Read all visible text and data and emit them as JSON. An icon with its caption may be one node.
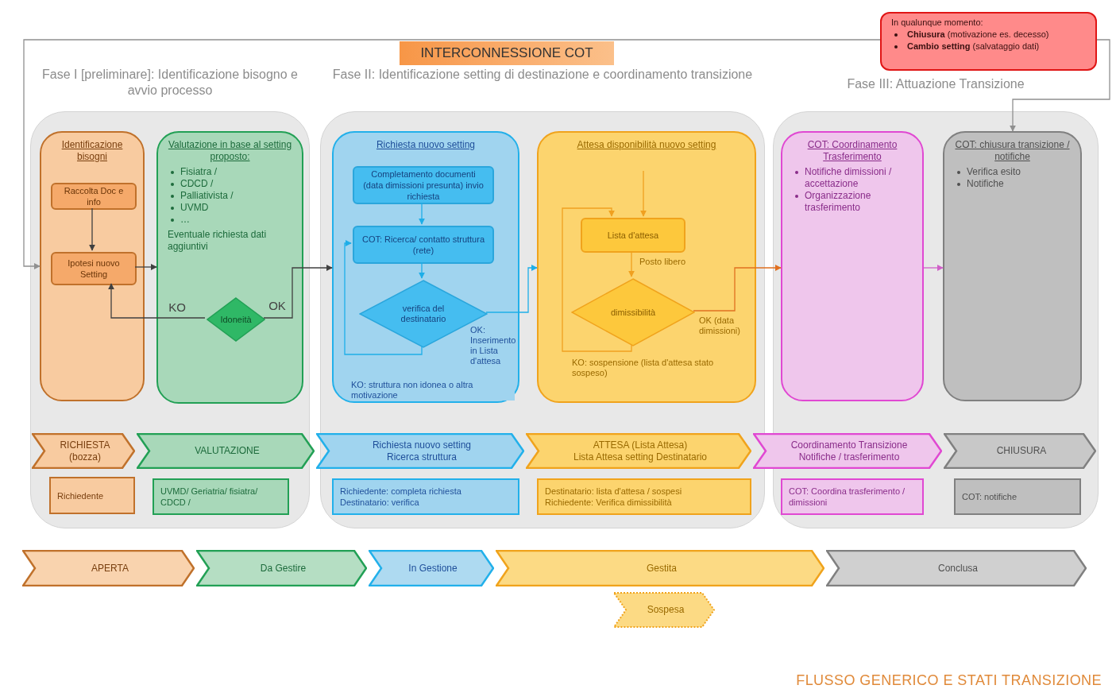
{
  "diagram": {
    "caption": "FLUSSO GENERICO E STATI TRANSIZIONE",
    "nodes": [
      {
        "text": [
          "INTERCONNESSIONE COT"
        ]
      },
      {
        "text": [
          "In qualunque momento:",
          "**Chiusura** (motivazione es. decesso)",
          "**Cambio setting** (salvataggio dati)"
        ]
      },
      {
        "text": [
          "Fase I [preliminare]: Identificazione bisogno e avvio processo"
        ]
      },
      {
        "text": [
          "Identificazione bisogni"
        ],
        "in": 2
      },
      {
        "text": [
          "Raccolta Doc e info"
        ],
        "in": 3
      },
      {
        "text": [
          "Ipotesi nuovo Setting"
        ],
        "in": 3
      },
      {
        "text": [
          "Valutazione in base al setting proposto:",
          "Fisiatra /",
          "CDCD /",
          "Palliativista /",
          "UVMD",
          "…",
          "Eventuale richiesta dati aggiuntivi"
        ],
        "in": 2
      },
      {
        "text": [
          "Idoneità"
        ],
        "in": 6
      },
      {
        "text": [
          "Richiedente"
        ],
        "in": 2
      },
      {
        "text": [
          "UVMD/ Geriatria/ fisiatra/ CDCD /"
        ],
        "in": 2
      },
      {
        "text": [
          "Fase II: Identificazione setting di destinazione e coordinamento transizione"
        ]
      },
      {
        "text": [
          "Richiesta nuovo setting"
        ],
        "in": 10
      },
      {
        "text": [
          "Completamento documenti (data dimissioni presunta) invio richiesta"
        ],
        "in": 11
      },
      {
        "text": [
          "COT: Ricerca/ contatto struttura (rete)"
        ],
        "in": 11
      },
      {
        "text": [
          "verifica del destinatario"
        ],
        "in": 11
      },
      {
        "text": [
          "Attesa disponibilità nuovo setting"
        ],
        "in": 10
      },
      {
        "text": [
          "Lista d'attesa"
        ],
        "in": 15
      },
      {
        "text": [
          "dimissibilità"
        ],
        "in": 15
      },
      {
        "text": [
          "Richiedente: completa richiesta",
          "Destinatario: verifica"
        ],
        "in": 10
      },
      {
        "text": [
          "Destinatario: lista d'attesa / sospesi",
          "Richiedente: Verifica dimissibilità"
        ],
        "in": 10
      },
      {
        "text": [
          "Fase III: Attuazione Transizione"
        ]
      },
      {
        "text": [
          "COT: Coordinamento Trasferimento",
          "Notifiche dimissioni / accettazione",
          "Organizzazione trasferimento"
        ],
        "in": 20
      },
      {
        "text": [
          "COT: chiusura transizione / notifiche",
          "Verifica esito",
          "Notifiche"
        ],
        "in": 20
      },
      {
        "text": [
          "COT: Coordina trasferimento / dimissioni"
        ],
        "in": 20
      },
      {
        "text": [
          "COT: notifiche"
        ],
        "in": 20
      },
      {
        "text": [
          "RICHIESTA (bozza)"
        ],
        "in": 2
      },
      {
        "text": [
          "VALUTAZIONE"
        ],
        "in": 2
      },
      {
        "text": [
          "Richiesta nuovo setting",
          "Ricerca struttura"
        ],
        "in": 10
      },
      {
        "text": [
          "ATTESA (Lista Attesa)",
          "Lista Attesa setting Destinatario"
        ],
        "in": 10
      },
      {
        "text": [
          "Coordinamento Transizione",
          "Notifiche / trasferimento"
        ]
      },
      {
        "text": [
          "CHIUSURA"
        ],
        "in": 20
      },
      {
        "text": [
          "APERTA"
        ]
      },
      {
        "text": [
          "Da Gestire"
        ]
      },
      {
        "text": [
          "In Gestione"
        ]
      },
      {
        "text": [
          "Gestita"
        ]
      },
      {
        "text": [
          "Conclusa"
        ]
      },
      {
        "text": [
          "Sospesa"
        ]
      }
    ],
    "edges": [
      {
        "from": 1,
        "to": 3,
        "arrow": "to",
        "color": "#909090"
      },
      {
        "from": 4,
        "to": 5,
        "arrow": "to"
      },
      {
        "from": 5,
        "to": 6,
        "arrow": "to"
      },
      {
        "from": 7,
        "to": 5,
        "arrow": "to",
        "label": "KO"
      },
      {
        "from": 7,
        "to": 11,
        "arrow": "to",
        "label": "OK"
      },
      {
        "from": 12,
        "to": 13,
        "arrow": "to",
        "color": "#1eaee8"
      },
      {
        "from": 13,
        "to": 14,
        "arrow": "to",
        "color": "#1eaee8"
      },
      {
        "from": 14,
        "to": 15,
        "arrow": "to",
        "color": "#1eaee8",
        "label": "OK: Inserimento in Lista d'attesa"
      },
      {
        "from": 14,
        "to": 13,
        "arrow": "to",
        "color": "#1eaee8",
        "label": "KO: struttura non idonea o altra motivazione"
      },
      {
        "from": null,
        "to": 16,
        "arrow": "to",
        "color": "#f0a020"
      },
      {
        "from": 16,
        "to": 17,
        "arrow": "to",
        "color": "#f0a020",
        "label": "Posto libero"
      },
      {
        "from": 17,
        "to": 16,
        "arrow": "to",
        "color": "#f0a020",
        "label": "KO: sospensione (lista d'attesa stato sospeso)"
      },
      {
        "from": 17,
        "to": 21,
        "arrow": "to",
        "color": "#e07020",
        "label": "OK (data dimissioni)"
      },
      {
        "from": 21,
        "to": 22,
        "arrow": "to",
        "color": "#d060c8"
      },
      {
        "from": 1,
        "to": 22,
        "arrow": "to",
        "color": "#909090"
      }
    ]
  }
}
